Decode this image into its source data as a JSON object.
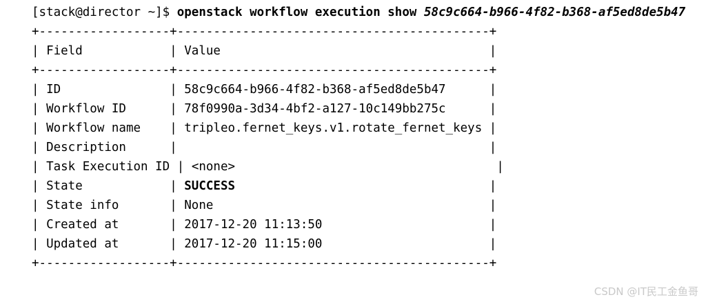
{
  "terminal": {
    "prompt": "[stack@director ~]$ ",
    "command": "openstack workflow execution show ",
    "argument": "58c9c664-b966-4f82-b368-af5ed8de5b47",
    "colors": {
      "background": "#ffffff",
      "text": "#000000",
      "watermark": "#c9c9c9"
    }
  },
  "table": {
    "border_top": "+------------------+-------------------------------------------+",
    "border_header": "+------------------+-------------------------------------------+",
    "border_bottom": "+------------------+-------------------------------------------+",
    "headers": {
      "field": "Field",
      "value": "Value"
    },
    "header_row": "| Field            | Value                                     |",
    "rows": [
      {
        "field": "ID",
        "value": "58c9c664-b966-4f82-b368-af5ed8de5b47",
        "bold": false
      },
      {
        "field": "Workflow ID",
        "value": "78f0990a-3d34-4bf2-a127-10c149bb275c",
        "bold": false
      },
      {
        "field": "Workflow name",
        "value": "tripleo.fernet_keys.v1.rotate_fernet_keys",
        "bold": false
      },
      {
        "field": "Description",
        "value": "",
        "bold": false
      },
      {
        "field": "Task Execution ID",
        "value": "<none>",
        "bold": false
      },
      {
        "field": "State",
        "value": "SUCCESS",
        "bold": true
      },
      {
        "field": "State info",
        "value": "None",
        "bold": false
      },
      {
        "field": "Created at",
        "value": "2017-12-20 11:13:50",
        "bold": false
      },
      {
        "field": "Updated at",
        "value": "2017-12-20 11:15:00",
        "bold": false
      }
    ]
  },
  "watermark": {
    "text": "CSDN @IT民工金鱼哥"
  }
}
